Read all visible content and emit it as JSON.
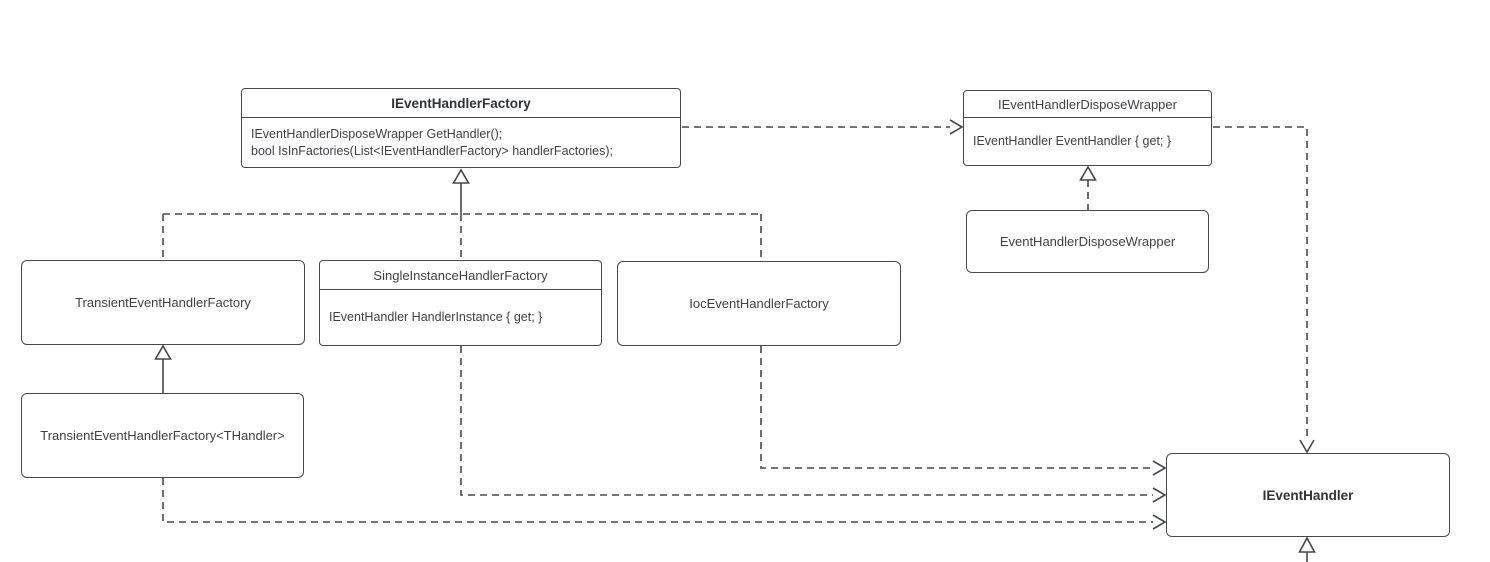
{
  "diagram": {
    "type": "uml-class-diagram",
    "nodes": {
      "event_handler_factory": {
        "title": "IEventHandlerFactory",
        "members": [
          "IEventHandlerDisposeWrapper GetHandler();",
          "bool IsInFactories(List<IEventHandlerFactory> handlerFactories);"
        ]
      },
      "event_handler_dispose_wrapper_interface": {
        "title": "IEventHandlerDisposeWrapper",
        "members": [
          "IEventHandler EventHandler { get; }"
        ]
      },
      "event_handler_dispose_wrapper": {
        "title": "EventHandlerDisposeWrapper"
      },
      "transient_event_handler_factory": {
        "title": "TransientEventHandlerFactory"
      },
      "single_instance_handler_factory": {
        "title": "SingleInstanceHandlerFactory",
        "members": [
          "IEventHandler HandlerInstance { get; }"
        ]
      },
      "ioc_event_handler_factory": {
        "title": "IocEventHandlerFactory"
      },
      "transient_event_handler_factory_generic": {
        "title": "TransientEventHandlerFactory<THandler>"
      },
      "event_handler_interface": {
        "title": "IEventHandler"
      }
    },
    "edges": [
      {
        "from": "IEventHandlerFactory",
        "to": "IEventHandlerDisposeWrapper",
        "type": "dependency",
        "style": "dashed-open-arrow"
      },
      {
        "from": "TransientEventHandlerFactory",
        "to": "IEventHandlerFactory",
        "type": "realization",
        "style": "dashed-hollow-triangle"
      },
      {
        "from": "SingleInstanceHandlerFactory",
        "to": "IEventHandlerFactory",
        "type": "realization",
        "style": "dashed-hollow-triangle"
      },
      {
        "from": "IocEventHandlerFactory",
        "to": "IEventHandlerFactory",
        "type": "realization",
        "style": "dashed-hollow-triangle"
      },
      {
        "from": "TransientEventHandlerFactory<THandler>",
        "to": "TransientEventHandlerFactory",
        "type": "inheritance",
        "style": "solid-hollow-triangle"
      },
      {
        "from": "EventHandlerDisposeWrapper",
        "to": "IEventHandlerDisposeWrapper",
        "type": "realization",
        "style": "dashed-hollow-triangle"
      },
      {
        "from": "IEventHandlerDisposeWrapper",
        "to": "IEventHandler",
        "type": "dependency",
        "style": "dashed-open-arrow"
      },
      {
        "from": "IocEventHandlerFactory",
        "to": "IEventHandler",
        "type": "dependency",
        "style": "dashed-open-arrow"
      },
      {
        "from": "SingleInstanceHandlerFactory",
        "to": "IEventHandler",
        "type": "dependency",
        "style": "dashed-open-arrow"
      },
      {
        "from": "TransientEventHandlerFactory<THandler>",
        "to": "IEventHandler",
        "type": "dependency",
        "style": "dashed-open-arrow"
      },
      {
        "from": "offscreen-bottom",
        "to": "IEventHandler",
        "type": "inheritance",
        "style": "solid-hollow-triangle"
      }
    ]
  },
  "colors": {
    "line": "#44484e",
    "text": "#3d4146",
    "bold_title": "#2f3338",
    "background": "#ffffff"
  }
}
